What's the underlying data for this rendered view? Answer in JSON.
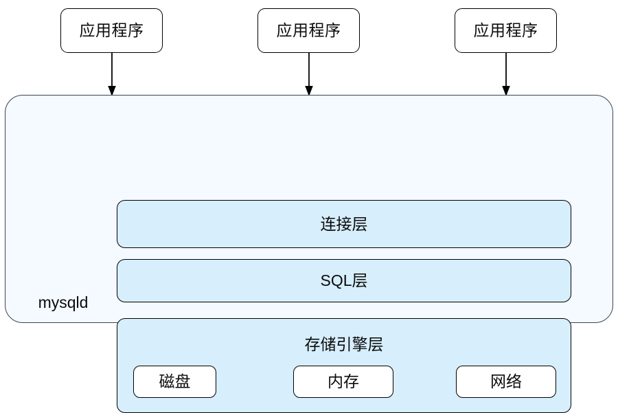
{
  "diagram": {
    "title": "mysqld architecture layers",
    "colors": {
      "container_fill": "#f4faff",
      "container_stroke": "#3a4450",
      "layer_fill": "#d7eefc",
      "layer_stroke": "#000000",
      "box_fill": "#ffffff",
      "box_stroke": "#000000",
      "text": "#0b0b0b",
      "arrow": "#000000",
      "page_background": "#ffffff"
    },
    "clients": [
      {
        "label": "应用程序"
      },
      {
        "label": "应用程序"
      },
      {
        "label": "应用程序"
      }
    ],
    "arrows": [
      {
        "name": "client-to-mysqld-1",
        "direction": "down"
      },
      {
        "name": "client-to-mysqld-2",
        "direction": "down"
      },
      {
        "name": "client-to-mysqld-3",
        "direction": "down"
      }
    ],
    "server": {
      "label": "mysqld",
      "layers": [
        {
          "name": "connection-layer",
          "label": "连接层"
        },
        {
          "name": "sql-layer",
          "label": "SQL层"
        },
        {
          "name": "storage-engine-layer",
          "label": "存储引擎层",
          "components": [
            {
              "name": "disk",
              "label": "磁盘"
            },
            {
              "name": "memory",
              "label": "内存"
            },
            {
              "name": "network",
              "label": "网络"
            }
          ]
        }
      ]
    }
  }
}
